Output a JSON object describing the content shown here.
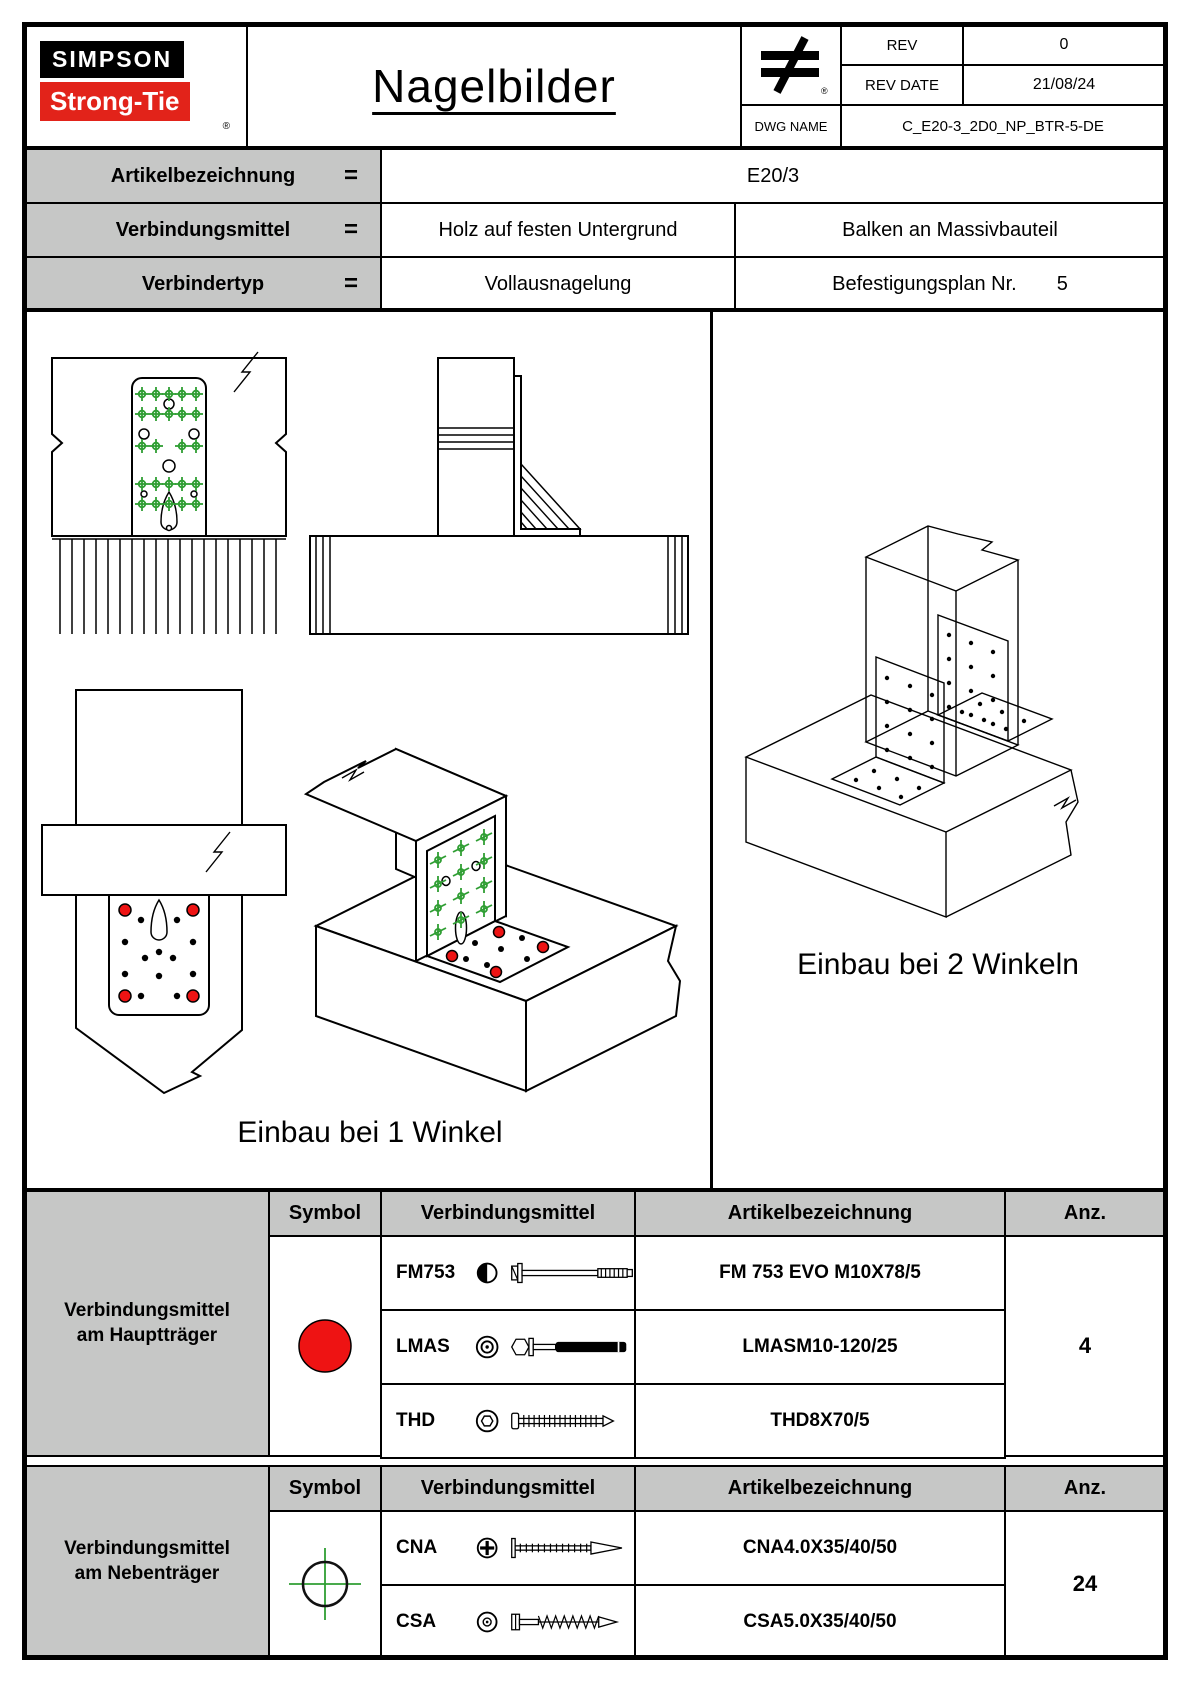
{
  "sheet": {
    "title": "Nagelbilder"
  },
  "logo": {
    "simpson": "SIMPSON",
    "strongtie": "Strong-Tie",
    "registered": "®"
  },
  "titleblock": {
    "rev_label": "REV",
    "rev_value": "0",
    "rev_date_label": "REV DATE",
    "rev_date_value": "21/08/24",
    "dwg_name_label": "DWG NAME",
    "dwg_name_value": "C_E20-3_2D0_NP_BTR-5-DE"
  },
  "spec": {
    "row1_label": "Artikelbezeichnung",
    "row1_eq": "=",
    "row1_value": "E20/3",
    "row2_label": "Verbindungsmittel",
    "row2_eq": "=",
    "row2_value_left": "Holz auf festen Untergrund",
    "row2_value_right": "Balken an Massivbauteil",
    "row3_label": "Verbindertyp",
    "row3_eq": "=",
    "row3_value_left": "Vollausnagelung",
    "row3_value_right_label": "Befestigungsplan Nr.",
    "row3_value_right_number": "5"
  },
  "drawings": {
    "caption_one": "Einbau bei 1 Winkel",
    "caption_two": "Einbau bei 2 Winkeln"
  },
  "colors": {
    "brand_red": "#e2231a",
    "anchor_red": "#ee1313",
    "nail_green": "#2f9e33",
    "header_gray": "#c6c7c6"
  },
  "haupt_table": {
    "group_label": "Verbindungsmittel am Hauptträger",
    "header_symbol": "Symbol",
    "header_fastener": "Verbindungsmittel",
    "header_article": "Artikelbezeichnung",
    "header_qty": "Anz.",
    "symbol_icon": "red-filled-circle",
    "rows": [
      {
        "code": "FM753",
        "article": "FM 753 EVO M10X78/5"
      },
      {
        "code": "LMAS",
        "article": "LMASM10-120/25"
      },
      {
        "code": "THD",
        "article": "THD8X70/5"
      }
    ],
    "qty": "4"
  },
  "neben_table": {
    "group_label": "Verbindungsmittel am Nebenträger",
    "header_symbol": "Symbol",
    "header_fastener": "Verbindungsmittel",
    "header_article": "Artikelbezeichnung",
    "header_qty": "Anz.",
    "symbol_icon": "green-crosshair-circle",
    "rows": [
      {
        "code": "CNA",
        "article": "CNA4.0X35/40/50"
      },
      {
        "code": "CSA",
        "article": "CSA5.0X35/40/50"
      }
    ],
    "qty": "24"
  }
}
